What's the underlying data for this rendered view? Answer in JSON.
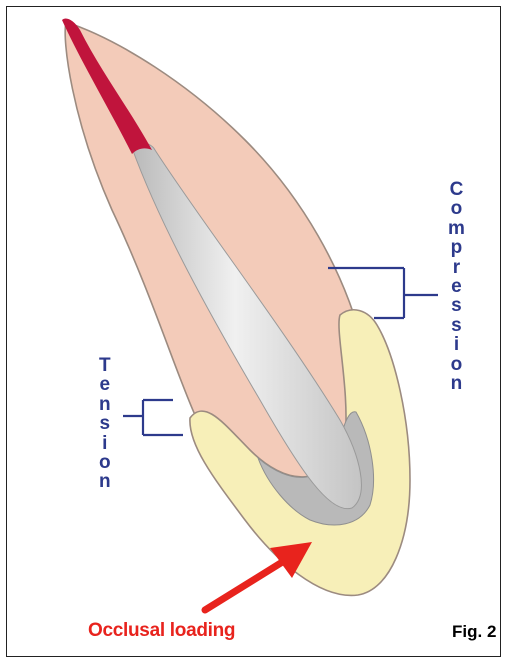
{
  "labels": {
    "compression": "Compression",
    "tension": "Tension",
    "occlusal_loading": "Occlusal loading",
    "figure": "Fig. 2"
  },
  "colors": {
    "dentin": "#f3cbb9",
    "enamel": "#f7efb8",
    "pulp": "#dcdcdc",
    "pulp_tip": "#c0143c",
    "bracket": "#2d3a8c",
    "arrow": "#e8231d",
    "outline": "#9c8b80"
  },
  "icons": [
    "compression-bracket",
    "tension-bracket",
    "load-arrow"
  ]
}
